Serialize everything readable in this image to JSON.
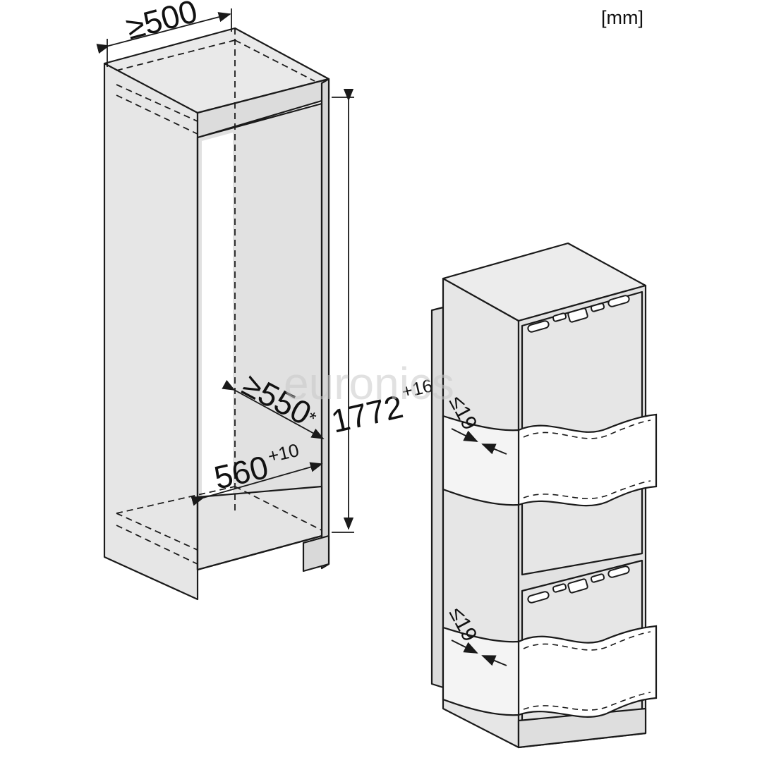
{
  "unit": "[mm]",
  "watermark": "euronics",
  "niche": {
    "depth_min": "≥500",
    "inner_depth_min": "≥550",
    "inner_depth_note": "*",
    "height": "1772",
    "height_tol": "+16",
    "width": "560",
    "width_tol": "+10"
  },
  "appliance": {
    "gap_upper": "≤19",
    "gap_lower": "≤19"
  },
  "colors": {
    "panel": "#e6e6e6",
    "panel_dark": "#d6d6d6",
    "line": "#1a1a1a",
    "interior": "#ffffff"
  }
}
